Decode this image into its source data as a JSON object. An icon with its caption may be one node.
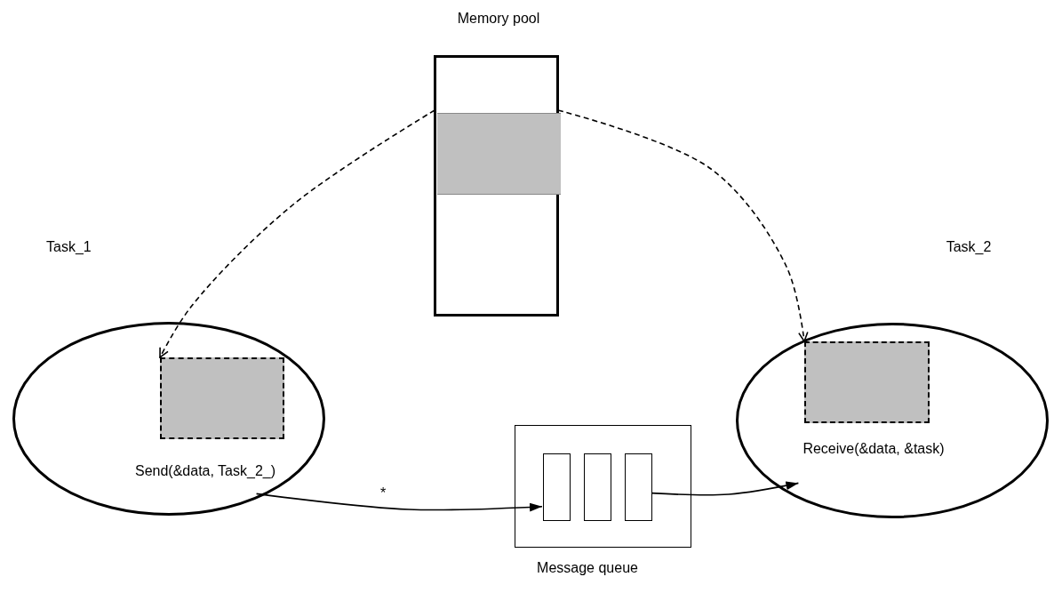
{
  "diagram": {
    "nodes": [
      {
        "text": [
          "Memory pool"
        ]
      },
      {
        "text": [],
        "shape": "box",
        "in": 0
      },
      {
        "text": [
          "Task_1",
          "Send(&data, Task_2_)"
        ]
      },
      {
        "text": [],
        "shape": "box",
        "in": 2
      },
      {
        "text": [
          "Task_2",
          "Receive(&data, &task)"
        ]
      },
      {
        "text": [],
        "shape": "box",
        "in": 4
      },
      {
        "text": [
          "Message queue"
        ]
      },
      {
        "text": [],
        "shape": "box",
        "in": 6
      },
      {
        "text": [],
        "shape": "box",
        "in": 6
      },
      {
        "text": [],
        "shape": "box",
        "in": 6
      }
    ],
    "edges": [
      {
        "from": 1,
        "to": 3,
        "arrow": "to",
        "style": "dashed"
      },
      {
        "from": 1,
        "to": 5,
        "arrow": "to",
        "style": "dashed"
      },
      {
        "from": 2,
        "to": 7,
        "arrow": "to",
        "label": "*"
      },
      {
        "from": 9,
        "to": 4,
        "arrow": "to"
      }
    ]
  }
}
